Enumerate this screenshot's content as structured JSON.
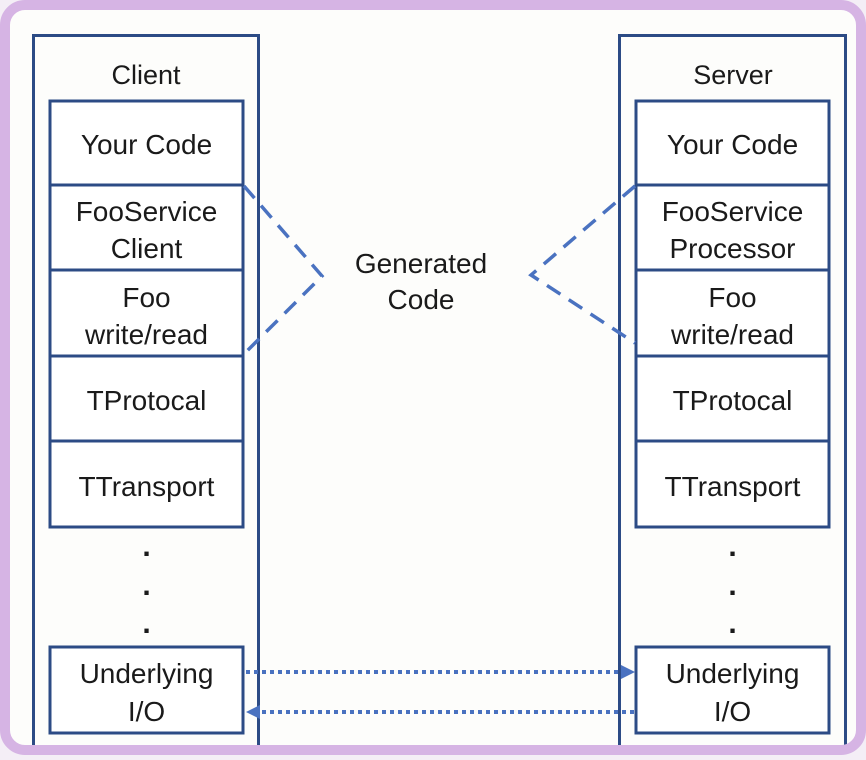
{
  "colors": {
    "frame": "#d6b4e4",
    "border": "#2c4b85",
    "connector": "#4a72c0",
    "background": "#fdfdfb"
  },
  "client": {
    "title": "Client",
    "layers": [
      {
        "lines": [
          "Your Code"
        ]
      },
      {
        "lines": [
          "FooService",
          "Client"
        ]
      },
      {
        "lines": [
          "Foo",
          "write/read"
        ]
      },
      {
        "lines": [
          "TProtocal"
        ]
      },
      {
        "lines": [
          "TTransport"
        ]
      }
    ],
    "ellipsis": [
      ".",
      ".",
      "."
    ],
    "io": [
      "Underlying",
      "I/O"
    ]
  },
  "server": {
    "title": "Server",
    "layers": [
      {
        "lines": [
          "Your Code"
        ]
      },
      {
        "lines": [
          "FooService",
          "Processor"
        ]
      },
      {
        "lines": [
          "Foo",
          "write/read"
        ]
      },
      {
        "lines": [
          "TProtocal"
        ]
      },
      {
        "lines": [
          "TTransport"
        ]
      }
    ],
    "ellipsis": [
      ".",
      ".",
      "."
    ],
    "io": [
      "Underlying",
      "I/O"
    ]
  },
  "generated_code": [
    "Generated",
    "Code"
  ]
}
